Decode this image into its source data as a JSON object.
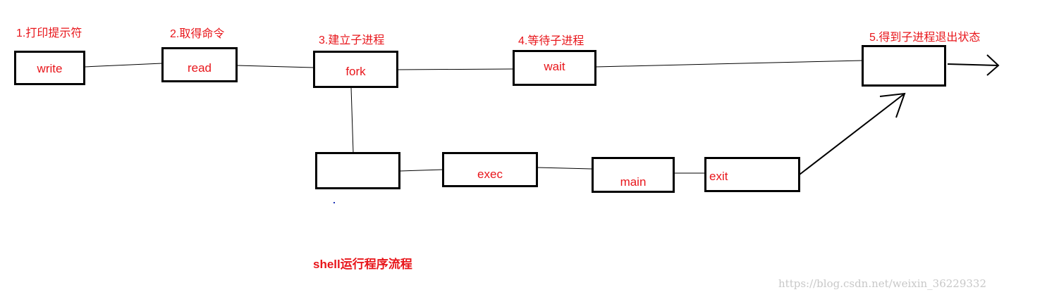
{
  "steps": {
    "s1": "1.打印提示符",
    "s2": "2.取得命令",
    "s3": "3.建立子进程",
    "s4": "4.等待子进程",
    "s5": "5.得到子进程退出状态"
  },
  "boxes": {
    "write": "write",
    "read": "read",
    "fork": "fork",
    "wait": "wait",
    "result": "",
    "child": "",
    "exec": "exec",
    "main": "main",
    "exit": "exit"
  },
  "caption": "shell运行程序流程",
  "watermark": "https://blog.csdn.net/weixin_36229332",
  "colors": {
    "label": "#e8161b",
    "stroke": "#000000",
    "watermark": "#c8c8c8"
  }
}
